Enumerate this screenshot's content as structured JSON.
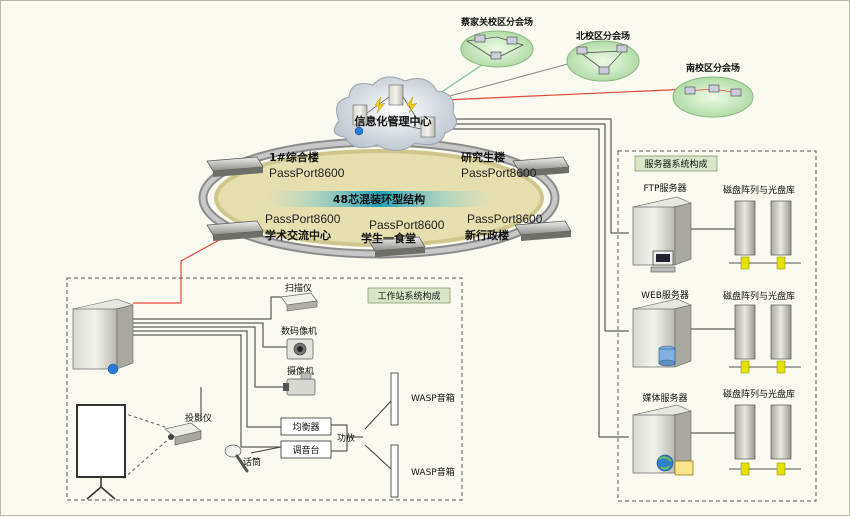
{
  "campus_nodes": {
    "caijiaguan": "蔡家关校区分会场",
    "north": "北校区分会场",
    "south": "南校区分会场"
  },
  "center": "信息化管理中心",
  "ring": {
    "label": "48芯混装环型结构",
    "switch_model": "PassPort8600",
    "buildings": {
      "zonghelou": "1#综合楼",
      "yanjiushenglou": "研究生楼",
      "xueshu": "学术交流中心",
      "shitang": "学生一食堂",
      "xingzheng": "新行政楼"
    }
  },
  "server_box": {
    "title": "服务器系统构成",
    "ftp": "FTP服务器",
    "web": "WEB服务器",
    "media": "媒体服务器",
    "storage": "磁盘阵列与光盘库"
  },
  "workstation_box": {
    "title": "工作站系统构成",
    "scanner": "扫描仪",
    "camera": "数码像机",
    "camcorder": "摄像机",
    "projector": "投影仪",
    "equalizer": "均衡器",
    "mixer": "调音台",
    "amp": "功放",
    "mic": "话筒",
    "speaker": "WASP音箱"
  },
  "colors": {
    "red_line": "#e8483a",
    "green_line": "#7cc59a",
    "link_line": "#3a3a3a",
    "ring_fill": "#e6dfae",
    "banner": "#2fa6b8",
    "cloud_green": "#cfe8c4"
  }
}
